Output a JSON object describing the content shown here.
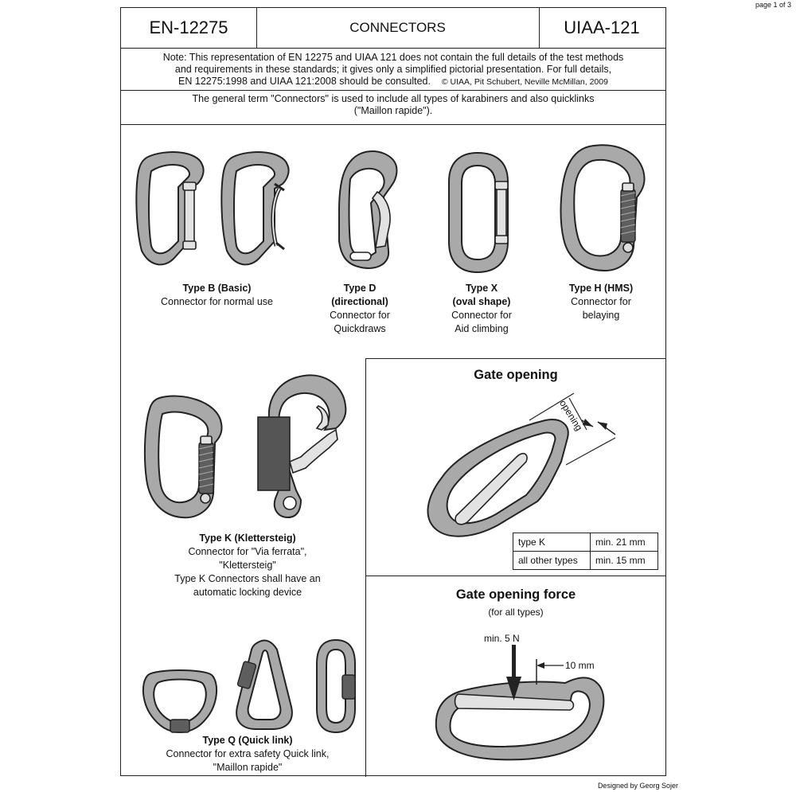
{
  "page_number": "page 1 of 3",
  "header": {
    "left": "EN-12275",
    "center": "CONNECTORS",
    "right": "UIAA-121"
  },
  "note": {
    "line1": "Note: This representation of EN 12275 and UIAA 121 does not contain the full details of the test methods",
    "line2": "and requirements in these standards; it gives only a simplified pictorial presentation. For full details,",
    "line3": "EN 12275:1998 and UIAA 121:2008 should be consulted.",
    "copyright": "© UIAA, Pit Schubert, Neville McMillan, 2009"
  },
  "general": {
    "line1": "The general term \"Connectors\" is used to include all types of karabiners and also quicklinks",
    "line2": "(\"Maillon rapide\")."
  },
  "types": {
    "b": {
      "name": "Type B (Basic)",
      "desc1": "Connector for normal use"
    },
    "d": {
      "name1": "Type D",
      "name2": "(directional)",
      "desc1": "Connector for",
      "desc2": "Quickdraws"
    },
    "x": {
      "name1": "Type X",
      "name2": "(oval shape)",
      "desc1": "Connector for",
      "desc2": "Aid climbing"
    },
    "h": {
      "name": "Type H (HMS)",
      "desc1": "Connector for",
      "desc2": "belaying"
    },
    "k": {
      "name": "Type K (Klettersteig)",
      "desc1": "Connector for \"Via ferrata\",",
      "desc2": "\"Klettersteig\"",
      "desc3": "Type K Connectors shall have an",
      "desc4": "automatic locking device"
    },
    "q": {
      "name": "Type Q (Quick link)",
      "desc1": "Connector for extra safety Quick link,",
      "desc2": "\"Maillon rapide\""
    }
  },
  "gate_opening": {
    "title": "Gate opening",
    "label": "opening",
    "rows": [
      {
        "type": "type K",
        "value": "min. 21 mm"
      },
      {
        "type": "all other types",
        "value": "min. 15 mm"
      }
    ]
  },
  "gate_force": {
    "title": "Gate opening force",
    "subtitle": "(for all types)",
    "force": "min. 5 N",
    "distance": "10 mm"
  },
  "designed_by": "Designed by Georg Sojer",
  "colors": {
    "metal": "#a9a9a9",
    "outline": "#222222",
    "knurl": "#5e5e5e",
    "sleeve": "#555555"
  }
}
